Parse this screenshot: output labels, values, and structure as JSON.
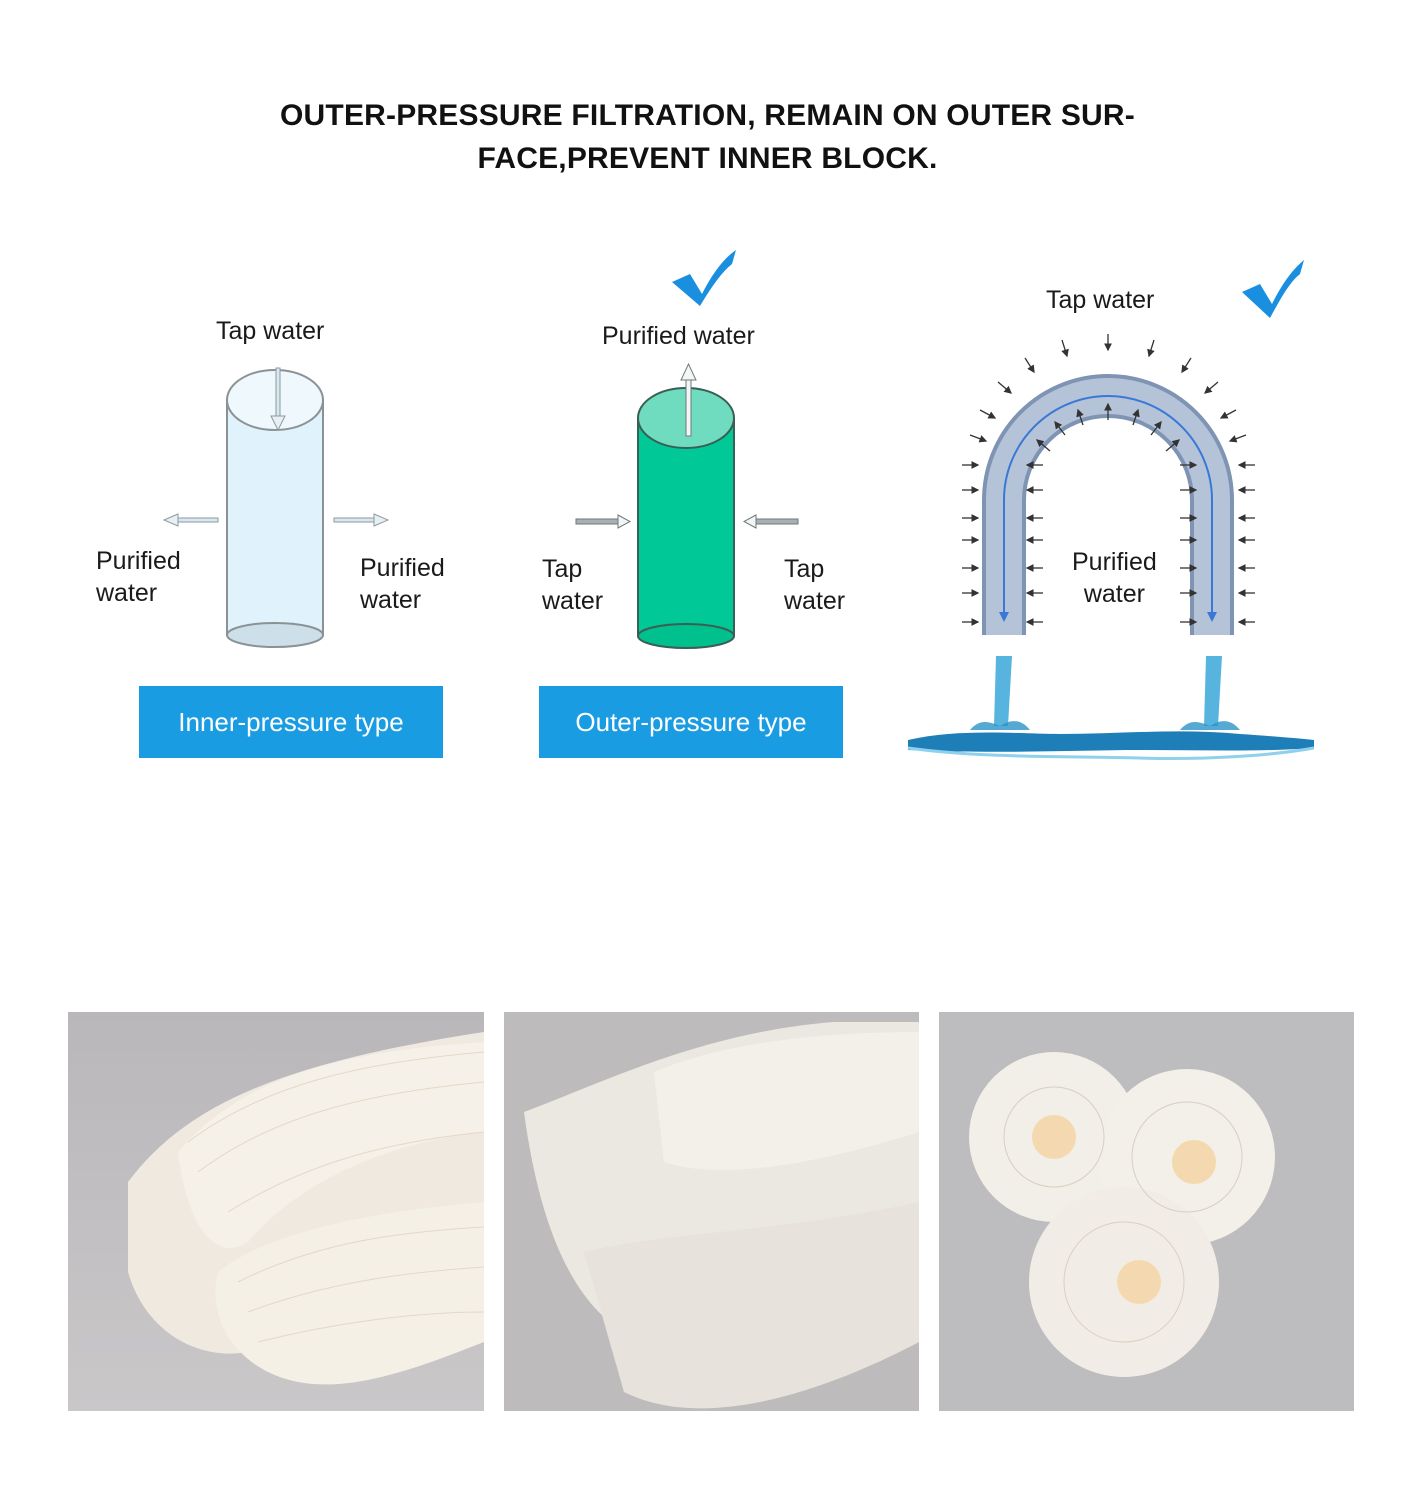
{
  "headline": {
    "line1": "OUTER-PRESSURE FILTRATION, REMAIN ON OUTER SUR-",
    "line2": "FACE,PREVENT INNER BLOCK."
  },
  "diagrams": [
    {
      "id": "inner-pressure",
      "top_label": "Tap water",
      "left_label": [
        "Purified",
        "water"
      ],
      "right_label": [
        "Purified",
        "water"
      ],
      "type_label": "Inner-pressure type",
      "checkmark": false,
      "cylinder_color": "#e0f2fb"
    },
    {
      "id": "outer-pressure",
      "top_label": "Purified water",
      "left_label": [
        "Tap",
        "water"
      ],
      "right_label": [
        "Tap",
        "water"
      ],
      "type_label": "Outer-pressure type",
      "checkmark": true,
      "cylinder_color": "#00c896"
    },
    {
      "id": "u-tube",
      "top_label": "Tap water",
      "center_label": [
        "Purified",
        "water"
      ],
      "checkmark": true
    }
  ],
  "colors": {
    "accent_blue": "#1a9ce3",
    "checkmark_blue": "#1a8fe0",
    "green_cylinder": "#00c896",
    "photo_bg": "#b8b6b8"
  },
  "photos": [
    {
      "name": "hollow-fiber-bundle-photo"
    },
    {
      "name": "mesh-wrapped-fiber-photo"
    },
    {
      "name": "fiber-coils-photo"
    }
  ]
}
